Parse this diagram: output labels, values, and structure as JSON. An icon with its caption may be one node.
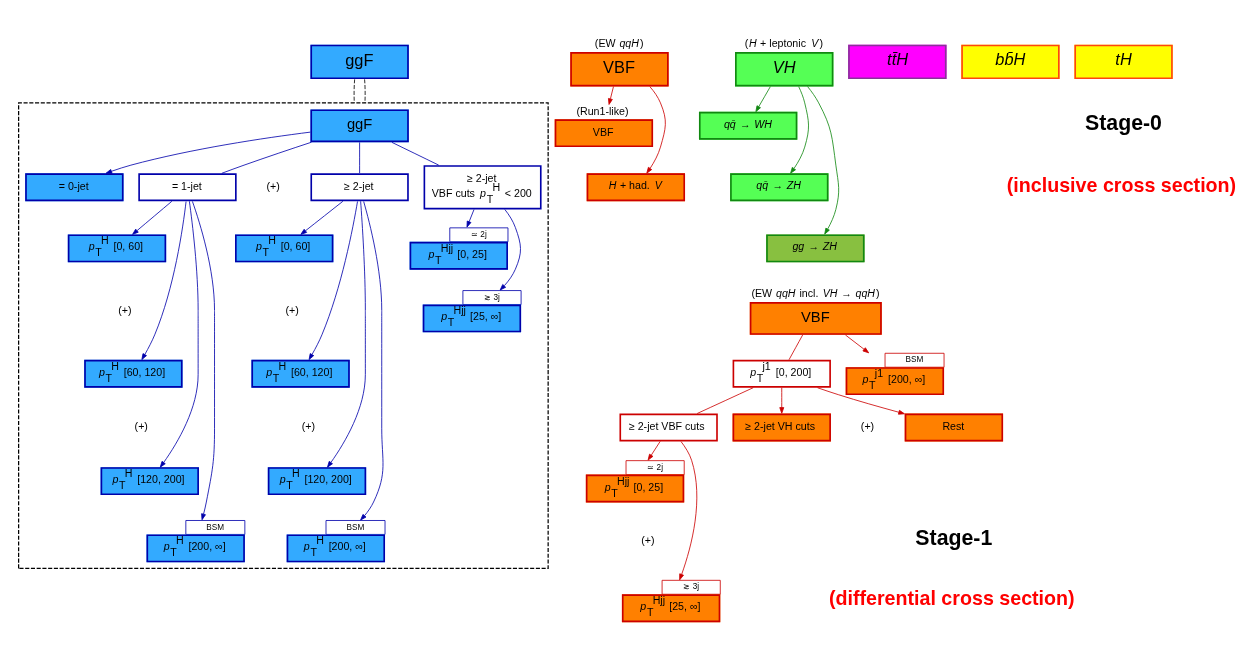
{
  "diagram": {
    "nodes": [
      {
        "text": [
          "ggF"
        ]
      },
      {
        "text": [
          "VBF"
        ],
        "beside": [
          "(EW *qqH*)"
        ]
      },
      {
        "text": [
          "*VH*"
        ],
        "beside": [
          "(*H* + leptonic *V*)"
        ]
      },
      {
        "text": [
          "*tt̄H*"
        ]
      },
      {
        "text": [
          "*bb̄H*"
        ]
      },
      {
        "text": [
          "*tH*"
        ]
      },
      {
        "text": [
          "VBF"
        ],
        "beside": [
          "(Run1-like)"
        ]
      },
      {
        "text": [
          "*H* + had. *V*"
        ]
      },
      {
        "text": [
          "*qq̄* → *WH*"
        ]
      },
      {
        "text": [
          "*qq̄* → *ZH*"
        ]
      },
      {
        "text": [
          "*gg* → *ZH*"
        ]
      },
      {
        "text": [],
        "shape": "box"
      },
      {
        "text": [
          "ggF"
        ],
        "in": 11
      },
      {
        "text": [
          "= 0-jet"
        ],
        "in": 11
      },
      {
        "text": [
          "= 1-jet"
        ],
        "in": 11
      },
      {
        "text": [
          "≥ 2-jet"
        ],
        "in": 11
      },
      {
        "text": [
          "≥ 2-jet",
          "VBF cuts *p*$_{T}$$^{H}$ < 200"
        ],
        "in": 11
      },
      {
        "text": [
          "*p*$_{T}$$^{H}$ [0, 60]"
        ],
        "in": 11
      },
      {
        "text": [
          "*p*$_{T}$$^{H}$ [60, 120]"
        ],
        "in": 11
      },
      {
        "text": [
          "*p*$_{T}$$^{H}$ [120, 200]"
        ],
        "in": 11
      },
      {
        "text": [
          "*p*$_{T}$$^{H}$ [200, ∞]"
        ],
        "beside": [
          "BSM"
        ],
        "in": 11
      },
      {
        "text": [
          "*p*$_{T}$$^{H}$ [0, 60]"
        ],
        "in": 11
      },
      {
        "text": [
          "*p*$_{T}$$^{H}$ [60, 120]"
        ],
        "in": 11
      },
      {
        "text": [
          "*p*$_{T}$$^{H}$ [120, 200]"
        ],
        "in": 11
      },
      {
        "text": [
          "*p*$_{T}$$^{H}$ [200, ∞]"
        ],
        "beside": [
          "BSM"
        ],
        "in": 11
      },
      {
        "text": [
          "*p*$_{T}$$^{Hjj}$ [0, 25]"
        ],
        "beside": [
          "≃ 2j"
        ],
        "in": 11
      },
      {
        "text": [
          "*p*$_{T}$$^{Hjj}$ [25, ∞]"
        ],
        "beside": [
          "≳ 3j"
        ],
        "in": 11
      },
      {
        "text": [
          "VBF"
        ],
        "beside": [
          "(EW *qqH* incl. *VH* → *qqH*)"
        ]
      },
      {
        "text": [
          "*p*$_{T}$$^{j1}$ [0, 200]"
        ]
      },
      {
        "text": [
          "*p*$_{T}$$^{j1}$ [200, ∞]"
        ],
        "beside": [
          "BSM"
        ]
      },
      {
        "text": [
          "≥ 2-jet VBF cuts"
        ]
      },
      {
        "text": [
          "≥ 2-jet VH cuts"
        ]
      },
      {
        "text": [
          "Rest"
        ]
      },
      {
        "text": [
          "*p*$_{T}$$^{Hjj}$ [0, 25]"
        ],
        "beside": [
          "≃ 2j"
        ]
      },
      {
        "text": [
          "*p*$_{T}$$^{Hjj}$ [25, ∞]"
        ],
        "beside": [
          "≳ 3j"
        ]
      }
    ],
    "edges": [
      {
        "from": 1,
        "to": 6,
        "arrow": "to",
        "color": "#cc0000"
      },
      {
        "from": 1,
        "to": 7,
        "arrow": "to",
        "color": "#cc0000"
      },
      {
        "from": 2,
        "to": 8,
        "arrow": "to",
        "color": "#118811"
      },
      {
        "from": 2,
        "to": 9,
        "arrow": "to",
        "color": "#118811"
      },
      {
        "from": 2,
        "to": 10,
        "arrow": "to",
        "color": "#118811"
      },
      {
        "from": 0,
        "to": 11,
        "arrow": "none",
        "style": "dashed",
        "color": "#000000"
      },
      {
        "from": 0,
        "to": 11,
        "arrow": "none",
        "style": "dashed",
        "color": "#000000"
      },
      {
        "from": 12,
        "to": 13,
        "arrow": "to"
      },
      {
        "from": 12,
        "to": 14,
        "arrow": "none"
      },
      {
        "from": 12,
        "to": 15,
        "arrow": "none"
      },
      {
        "from": 12,
        "to": 16,
        "arrow": "none"
      },
      {
        "from": 14,
        "to": 17,
        "arrow": "to"
      },
      {
        "from": 14,
        "to": 18,
        "arrow": "to"
      },
      {
        "from": 14,
        "to": 19,
        "arrow": "to"
      },
      {
        "from": 14,
        "to": 20,
        "arrow": "to"
      },
      {
        "from": 15,
        "to": 21,
        "arrow": "to"
      },
      {
        "from": 15,
        "to": 22,
        "arrow": "to"
      },
      {
        "from": 15,
        "to": 23,
        "arrow": "to"
      },
      {
        "from": 15,
        "to": 24,
        "arrow": "to"
      },
      {
        "from": 16,
        "to": 25,
        "arrow": "to"
      },
      {
        "from": 16,
        "to": 26,
        "arrow": "to"
      },
      {
        "from": 27,
        "to": 28,
        "arrow": "none",
        "color": "#cc0000"
      },
      {
        "from": 27,
        "to": 29,
        "arrow": "to",
        "color": "#cc0000"
      },
      {
        "from": 28,
        "to": 30,
        "arrow": "none",
        "color": "#cc0000"
      },
      {
        "from": 28,
        "to": 31,
        "arrow": "to",
        "color": "#cc0000"
      },
      {
        "from": 28,
        "to": 32,
        "arrow": "to",
        "color": "#cc0000"
      },
      {
        "from": 30,
        "to": 33,
        "arrow": "to",
        "color": "#cc0000"
      },
      {
        "from": 30,
        "to": 34,
        "arrow": "to",
        "color": "#cc0000"
      }
    ],
    "labels": [
      "Stage-0",
      "(inclusive cross section)",
      "(+)",
      "(+)",
      "(+)",
      "(+)",
      "(+)",
      "(+)",
      "(+)",
      "Stage-1",
      "(differential cross section)"
    ]
  }
}
